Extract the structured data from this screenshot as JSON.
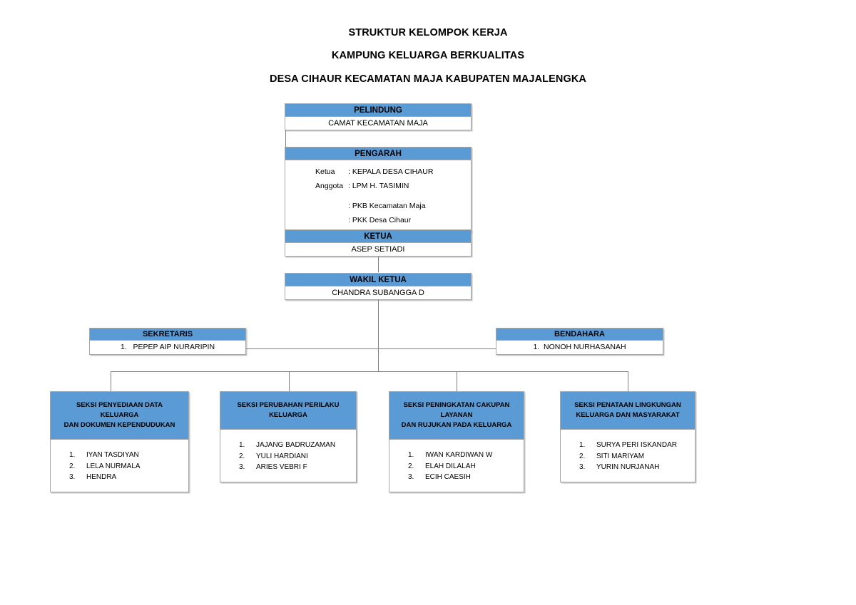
{
  "document": {
    "title_lines": [
      "STRUKTUR KELOMPOK KERJA",
      "KAMPUNG KELUARGA BERKUALITAS",
      "DESA CIHAUR KECAMATAN MAJA KABUPATEN MAJALENGKA"
    ]
  },
  "colors": {
    "header_blue": "#5B9BD5",
    "box_border": "#A6A6A6",
    "connector": "#808080",
    "text": "#000000",
    "background": "#FFFFFF"
  },
  "chart_data": {
    "type": "diagram",
    "diagram_type": "organizational-chart",
    "title": "STRUKTUR KELOMPOK KERJA KAMPUNG KELUARGA BERKUALITAS DESA CIHAUR KECAMATAN MAJA KABUPATEN MAJALENGKA",
    "nodes": [
      {
        "id": "pelindung",
        "level": 1,
        "header": "PELINDUNG",
        "members": [
          "CAMAT KECAMATAN MAJA"
        ]
      },
      {
        "id": "pengarah",
        "level": 2,
        "header": "PENGARAH",
        "members": [
          "KEPALA DESA CIHAUR",
          "LPM H. TASIMIN",
          "PKB Kecamatan Maja",
          "PKK Desa Cihaur"
        ]
      },
      {
        "id": "ketua",
        "level": 3,
        "header": "KETUA",
        "members": [
          "ASEP SETIADI"
        ]
      },
      {
        "id": "wakil-ketua",
        "level": 4,
        "header": "WAKIL KETUA",
        "members": [
          "CHANDRA SUBANGGA D"
        ]
      },
      {
        "id": "sekretaris",
        "level": 5,
        "header": "SEKRETARIS",
        "members": [
          "PEPEP AIP NURARIPIN"
        ]
      },
      {
        "id": "bendahara",
        "level": 5,
        "header": "BENDAHARA",
        "members": [
          "NONOH NURHASANAH"
        ]
      },
      {
        "id": "seksi-1",
        "level": 6,
        "header": "SEKSI PENYEDIAAN DATA KELUARGA DAN DOKUMEN KEPENDUDUKAN",
        "members": [
          "IYAN TASDIYAN",
          "LELA NURMALA",
          "HENDRA"
        ]
      },
      {
        "id": "seksi-2",
        "level": 6,
        "header": "SEKSI PERUBAHAN PERILAKU KELUARGA",
        "members": [
          "JAJANG BADRUZAMAN",
          "YULI HARDIANI",
          "ARIES VEBRI F"
        ]
      },
      {
        "id": "seksi-3",
        "level": 6,
        "header": "SEKSI PENINGKATAN CAKUPAN LAYANAN DAN RUJUKAN PADA KELUARGA",
        "members": [
          "IWAN KARDIWAN W",
          "ELAH DILALAH",
          "ECIH CAESIH"
        ]
      },
      {
        "id": "seksi-4",
        "level": 6,
        "header": "SEKSI PENATAAN LINGKUNGAN KELUARGA DAN MASYARAKAT",
        "members": [
          "SURYA PERI ISKANDAR",
          "SITI MARIYAM",
          "YURIN NURJANAH"
        ]
      }
    ],
    "edges": [
      {
        "from": "pelindung",
        "to": "pengarah"
      },
      {
        "from": "pengarah",
        "to": "ketua"
      },
      {
        "from": "ketua",
        "to": "wakil-ketua"
      },
      {
        "from": "wakil-ketua",
        "to": "sekretaris"
      },
      {
        "from": "wakil-ketua",
        "to": "bendahara"
      },
      {
        "from": "wakil-ketua",
        "to": "seksi-1"
      },
      {
        "from": "wakil-ketua",
        "to": "seksi-2"
      },
      {
        "from": "wakil-ketua",
        "to": "seksi-3"
      },
      {
        "from": "wakil-ketua",
        "to": "seksi-4"
      }
    ]
  },
  "pelindung": {
    "header": "PELINDUNG",
    "name": "CAMAT KECAMATAN MAJA"
  },
  "pengarah": {
    "header": "PENGARAH",
    "rows": [
      {
        "label": "Ketua",
        "value": ": KEPALA DESA CIHAUR"
      },
      {
        "label": "Anggota",
        "value": ": LPM H. TASIMIN"
      },
      {
        "label": "",
        "value": ": PKB Kecamatan Maja"
      },
      {
        "label": "",
        "value": ": PKK Desa Cihaur"
      }
    ]
  },
  "ketua": {
    "header": "KETUA",
    "name": "ASEP SETIADI"
  },
  "wakil_ketua": {
    "header": "WAKIL KETUA",
    "name": "CHANDRA SUBANGGA D"
  },
  "sekretaris": {
    "header": "SEKRETARIS",
    "members": [
      {
        "num": "1.",
        "name": "PEPEP AIP NURARIPIN"
      }
    ]
  },
  "bendahara": {
    "header": "BENDAHARA",
    "members": [
      {
        "num": "1.",
        "name": "NONOH NURHASANAH"
      }
    ]
  },
  "seksi": [
    {
      "header_line1": "SEKSI PENYEDIAAN DATA KELUARGA",
      "header_line2": "DAN DOKUMEN KEPENDUDUKAN",
      "members": [
        {
          "num": "1.",
          "name": "IYAN TASDIYAN"
        },
        {
          "num": "2.",
          "name": "LELA NURMALA"
        },
        {
          "num": "3.",
          "name": "HENDRA"
        }
      ]
    },
    {
      "header_line1": "SEKSI PERUBAHAN PERILAKU",
      "header_line2": "KELUARGA",
      "members": [
        {
          "num": "1.",
          "name": "JAJANG BADRUZAMAN"
        },
        {
          "num": "2.",
          "name": "YULI HARDIANI"
        },
        {
          "num": "3.",
          "name": "ARIES VEBRI F"
        }
      ]
    },
    {
      "header_line1": "SEKSI PENINGKATAN CAKUPAN LAYANAN",
      "header_line2": "DAN RUJUKAN PADA KELUARGA",
      "members": [
        {
          "num": "1.",
          "name": "IWAN KARDIWAN W"
        },
        {
          "num": "2.",
          "name": "ELAH DILALAH"
        },
        {
          "num": "3.",
          "name": "ECIH CAESIH"
        }
      ]
    },
    {
      "header_line1": "SEKSI PENATAAN LINGKUNGAN",
      "header_line2": "KELUARGA DAN MASYARAKAT",
      "members": [
        {
          "num": "1.",
          "name": "SURYA PERI ISKANDAR"
        },
        {
          "num": "2.",
          "name": "SITI MARIYAM"
        },
        {
          "num": "3.",
          "name": "YURIN NURJANAH"
        }
      ]
    }
  ]
}
